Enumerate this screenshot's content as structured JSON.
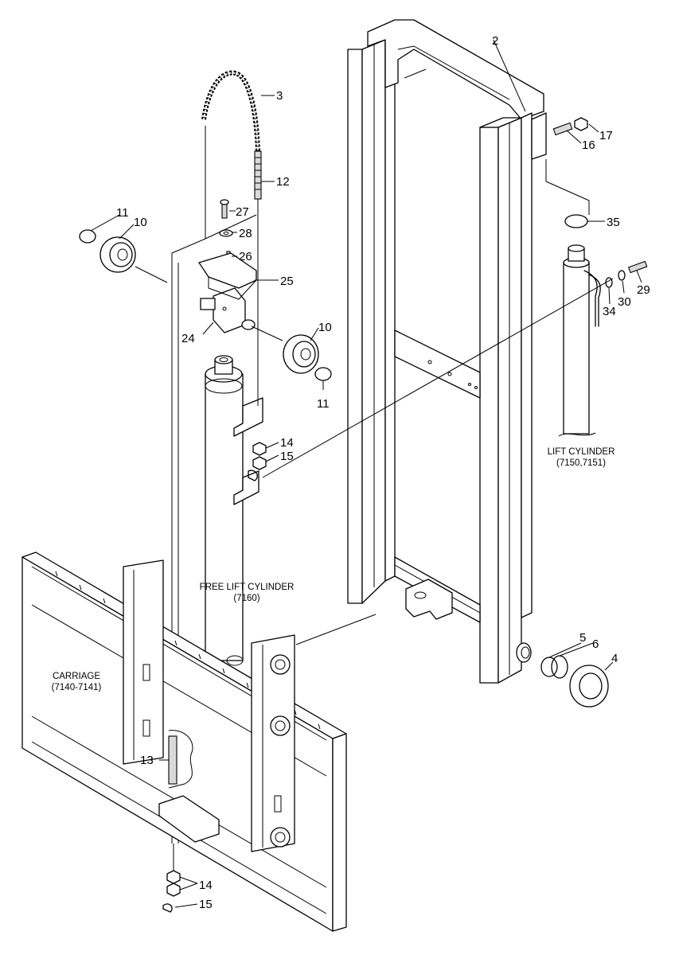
{
  "callouts": {
    "c2": "2",
    "c3": "3",
    "c12": "12",
    "c11a": "11",
    "c10a": "10",
    "c27": "27",
    "c28": "28",
    "c26": "26",
    "c25": "25",
    "c24": "24",
    "c10b": "10",
    "c11b": "11",
    "c14a": "14",
    "c15a": "15",
    "c17": "17",
    "c16": "16",
    "c35": "35",
    "c29": "29",
    "c30": "30",
    "c34": "34",
    "c5": "5",
    "c6": "6",
    "c4": "4",
    "c13": "13",
    "c14b": "14",
    "c15b": "15"
  },
  "captions": {
    "lift_cylinder_line1": "LIFT CYLINDER",
    "lift_cylinder_line2": "(7150,7151)",
    "free_lift_line1": "FREE LIFT CYLINDER",
    "free_lift_line2": "(7160)",
    "carriage_line1": "CARRIAGE",
    "carriage_line2": "(7140-7141)"
  }
}
